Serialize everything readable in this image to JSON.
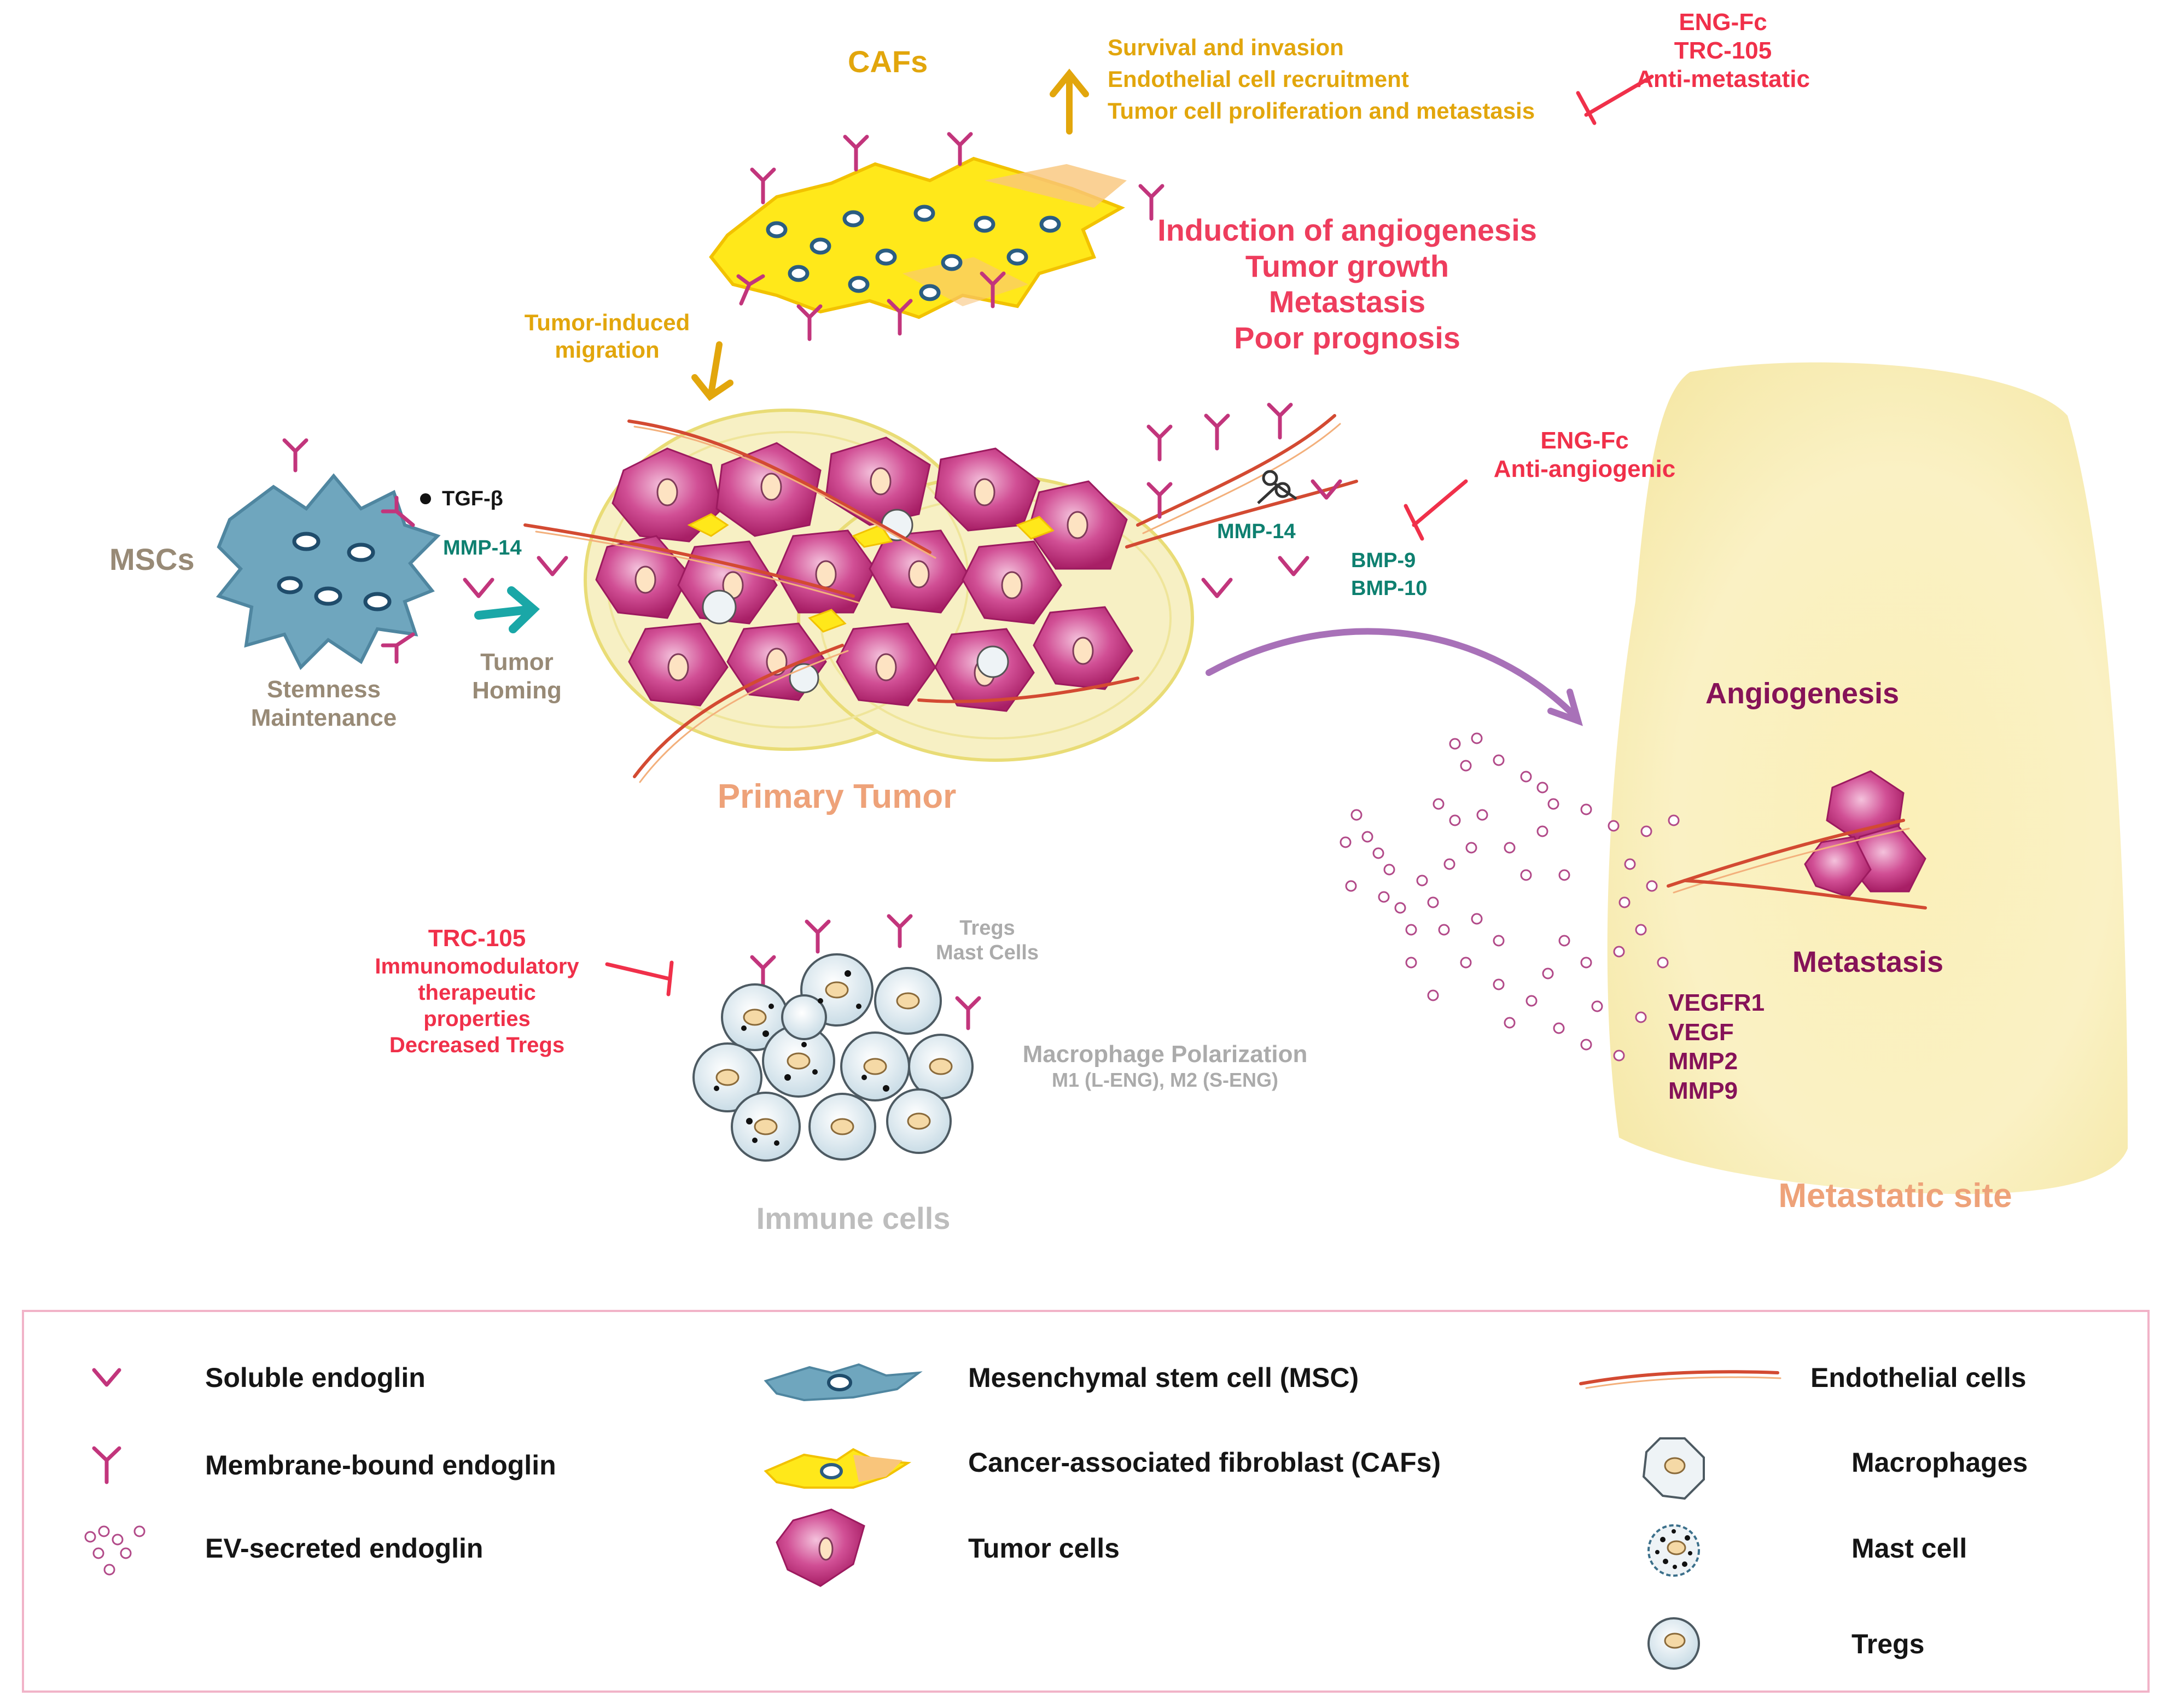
{
  "cafs": {
    "title": "CAFs",
    "effects": [
      "Survival and invasion",
      "Endothelial cell recruitment",
      "Tumor cell proliferation and metastasis"
    ],
    "migration": [
      "Tumor-induced",
      "migration"
    ]
  },
  "inhibitor_top": [
    "ENG-Fc",
    "TRC-105",
    "Anti-metastatic"
  ],
  "outcomes": [
    "Induction of angiogenesis",
    "Tumor growth",
    "Metastasis",
    "Poor prognosis"
  ],
  "mscs": {
    "title": "MSCs",
    "tgf": "TGF-β",
    "mmp": "MMP-14",
    "homing": [
      "Tumor",
      "Homing"
    ],
    "stemness": [
      "Stemness",
      "Maintenance"
    ]
  },
  "primary_tumor": {
    "title": "Primary Tumor",
    "mmp": "MMP-14",
    "bmp": [
      "BMP-9",
      "BMP-10"
    ]
  },
  "inhibitor_mid": [
    "ENG-Fc",
    "Anti-angiogenic"
  ],
  "immune": {
    "title": "Immune cells",
    "inhibitor": [
      "TRC-105",
      "Immunomodulatory",
      "therapeutic",
      "properties",
      "Decreased Tregs"
    ],
    "tregs": [
      "Tregs",
      "Mast Cells"
    ],
    "polarization": [
      "Macrophage Polarization",
      "M1 (L-ENG), M2 (S-ENG)"
    ]
  },
  "metastatic": {
    "angiogenesis": "Angiogenesis",
    "metastasis": "Metastasis",
    "markers": [
      "VEGFR1",
      "VEGF",
      "MMP2",
      "MMP9"
    ],
    "title": "Metastatic site"
  },
  "legend": {
    "col1": [
      "Soluble endoglin",
      "Membrane-bound endoglin",
      "EV-secreted endoglin"
    ],
    "col2": [
      "Mesenchymal stem cell (MSC)",
      "Cancer-associated fibroblast (CAFs)",
      "Tumor cells"
    ],
    "col3": [
      "Endothelial cells",
      "Macrophages",
      "Mast cell",
      "Tregs"
    ]
  },
  "colors": {
    "gold": "#e2a60c",
    "red": "#f0304a",
    "teal": "#0e8070",
    "magenta": "#c2357c",
    "plum": "#861258",
    "sky": "#5b93aa",
    "lung": "#f8edb2"
  }
}
